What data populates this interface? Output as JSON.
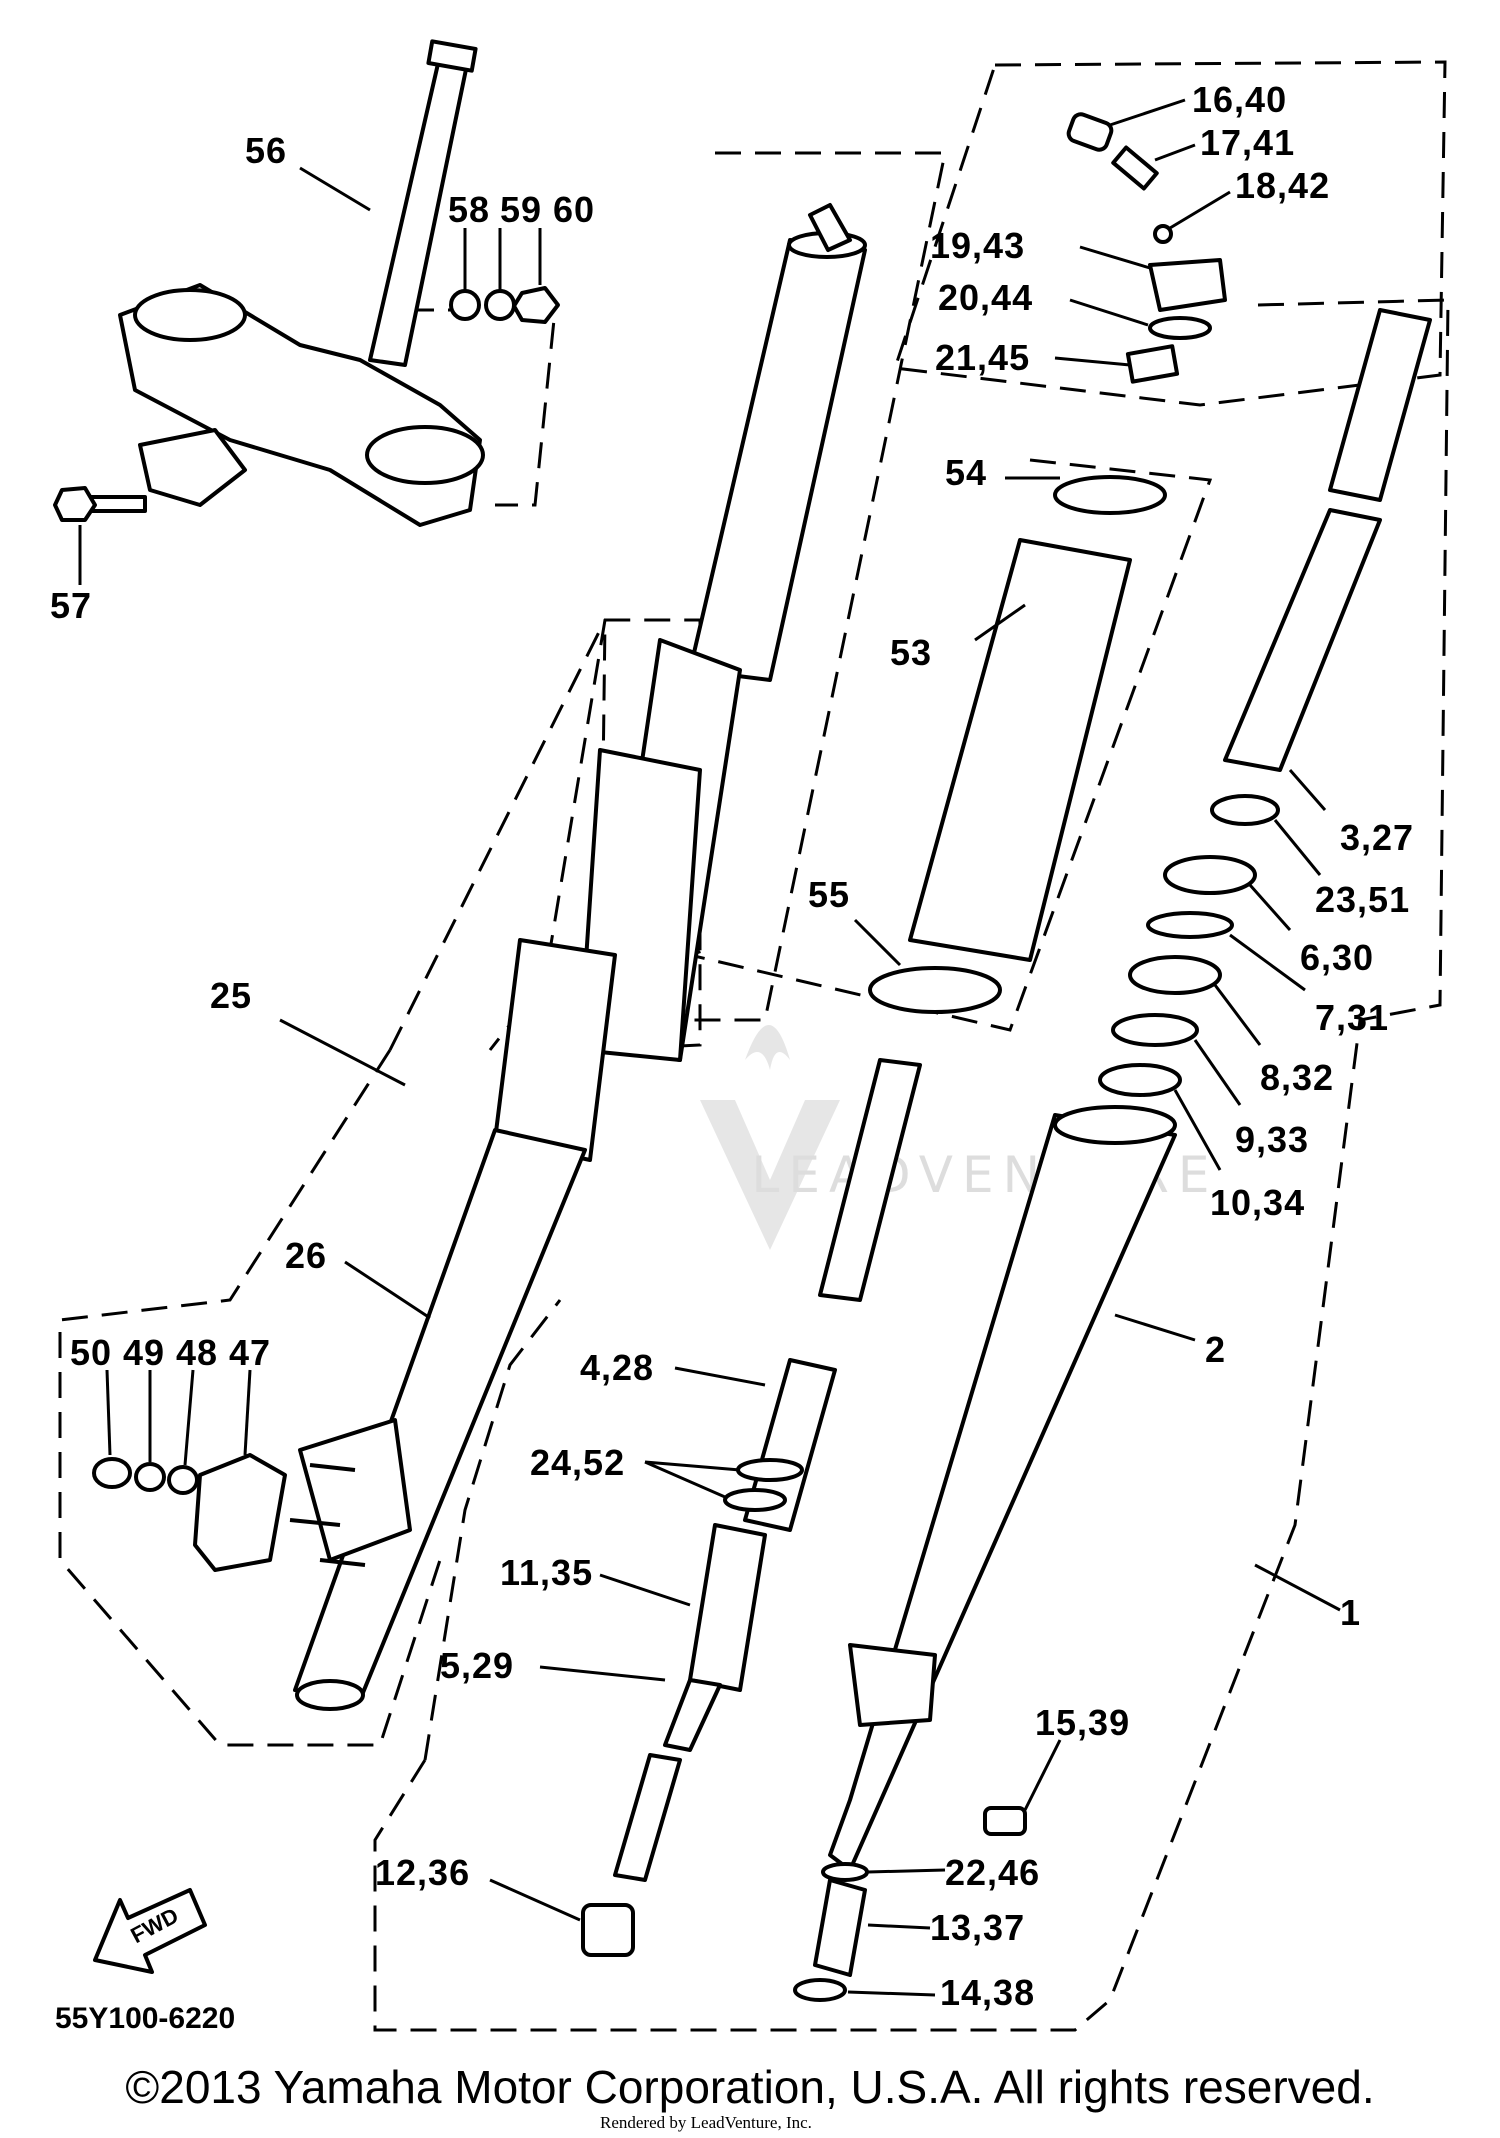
{
  "callouts": {
    "c56": "56",
    "c58": "58",
    "c59": "59",
    "c60": "60",
    "c57": "57",
    "c16_40": "16,40",
    "c17_41": "17,41",
    "c18_42": "18,42",
    "c19_43": "19,43",
    "c20_44": "20,44",
    "c21_45": "21,45",
    "c54": "54",
    "c53": "53",
    "c55": "55",
    "c3_27": "3,27",
    "c23_51": "23,51",
    "c6_30": "6,30",
    "c7_31": "7,31",
    "c8_32": "8,32",
    "c9_33": "9,33",
    "c10_34": "10,34",
    "c25": "25",
    "c26": "26",
    "c2": "2",
    "c50": "50",
    "c49": "49",
    "c48": "48",
    "c47": "47",
    "c4_28": "4,28",
    "c24_52": "24,52",
    "c11_35": "11,35",
    "c5_29": "5,29",
    "c1": "1",
    "c15_39": "15,39",
    "c12_36": "12,36",
    "c22_46": "22,46",
    "c13_37": "13,37",
    "c14_38": "14,38"
  },
  "direction_label": "FWD",
  "diagram_code": "55Y100-6220",
  "watermark": "LEADVENTURE",
  "copyright": "©2013 Yamaha Motor Corporation, U.S.A. All rights reserved.",
  "rendered_by": "Rendered by LeadVenture, Inc."
}
